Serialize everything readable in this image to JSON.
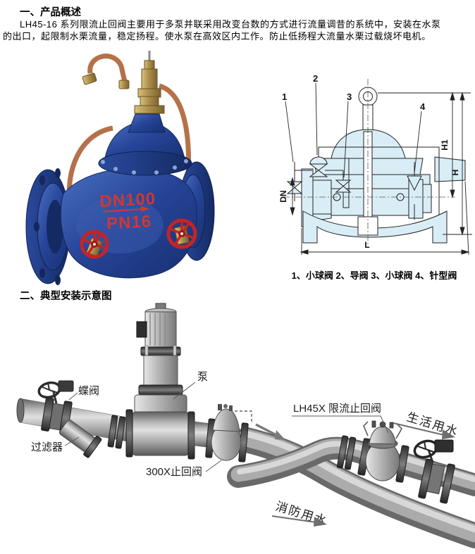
{
  "section1": {
    "heading": "一、产品概述",
    "para_line1": "LH45-16 系列限流止回阀主要用于多泵并联采用改变台数的方式进行流量调昔的系统中，安装在水泵",
    "para_line2": "的出口，起限制水栗流量，稳定扬程。使水泵在高效区内工作。防止低扬程大流量水栗过载烧坏电机。"
  },
  "photo": {
    "marking_line1": "DN100",
    "marking_line2": "PN16"
  },
  "diagram": {
    "callout_1": "1",
    "callout_2": "2",
    "callout_3": "3",
    "callout_4": "4",
    "dim_h1": "H1",
    "dim_h": "H",
    "dim_dn": "DN",
    "dim_l": "L",
    "caption": "1、小球阀 2、导阀 3、小球阀 4、针型阀"
  },
  "section2": {
    "heading": "二、典型安装示意图"
  },
  "installation": {
    "label_butterfly": "蝶阀",
    "label_pump": "泵",
    "label_strainer": "过滤器",
    "label_check300x": "300X止回阀",
    "label_lh45x": "LH45X 限流止回阀",
    "label_domestic": "生活用水",
    "label_fire": "消防用水"
  },
  "colors": {
    "valve_body_blue": "#24418f",
    "marking_red": "#d03830",
    "handwheel_red": "#c42424",
    "copper": "#b5714a",
    "brass": "#b3924e",
    "diagram_fill": "#d9edf6",
    "diagram_line": "#222222",
    "pipe_gray": "#9c9c9c",
    "label_black": "#1c1c1c"
  }
}
